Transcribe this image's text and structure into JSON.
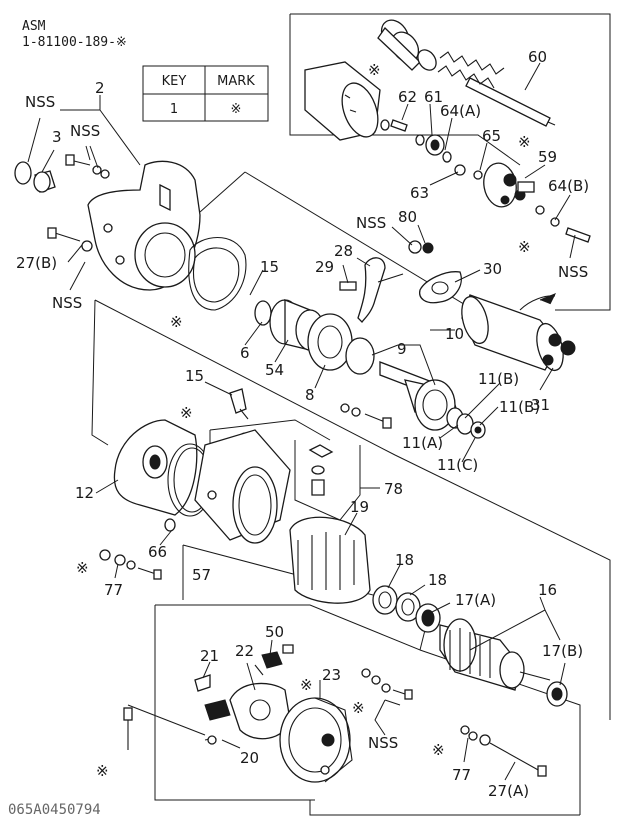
{
  "header": {
    "assembly_label": "ASM",
    "assembly_number": "1-81100-189-※"
  },
  "key_table": {
    "col_key": "KEY",
    "col_mark": "MARK",
    "row_key": "1",
    "row_mark": "※"
  },
  "callouts": {
    "c60": "60",
    "c62": "62",
    "c61": "61",
    "c64a": "64(A)",
    "c65": "65",
    "c59": "59",
    "c63": "63",
    "c64b": "64(B)",
    "nss_tr": "NSS",
    "c2": "2",
    "nss_tl": "NSS",
    "c3": "3",
    "nss_tl2": "NSS",
    "c27b": "27(B)",
    "nss_l": "NSS",
    "nss_80": "NSS",
    "c80": "80",
    "c28": "28",
    "c29": "29",
    "c30": "30",
    "c15a": "15",
    "c6": "6",
    "c54": "54",
    "c8": "8",
    "c9": "9",
    "c10": "10",
    "c31": "31",
    "c11b1": "11(B)",
    "c11b2": "11(B)",
    "c11a": "11(A)",
    "c11c": "11(C)",
    "c15b": "15",
    "c12": "12",
    "c78": "78",
    "c19": "19",
    "c66": "66",
    "c77a": "77",
    "c18a": "18",
    "c18b": "18",
    "c17a": "17(A)",
    "c16": "16",
    "c17b": "17(B)",
    "c57": "57",
    "c50": "50",
    "c21": "21",
    "c22": "22",
    "c23": "23",
    "nss_b": "NSS",
    "c20": "20",
    "c77b": "77",
    "c27a": "27(A)",
    "star1": "※",
    "star2": "※",
    "star3": "※",
    "star4": "※",
    "star5": "※",
    "star6": "※",
    "star7": "※",
    "star8": "※",
    "star9": "※",
    "star10": "※"
  },
  "footer": {
    "drawing_code": "065A0450794"
  }
}
